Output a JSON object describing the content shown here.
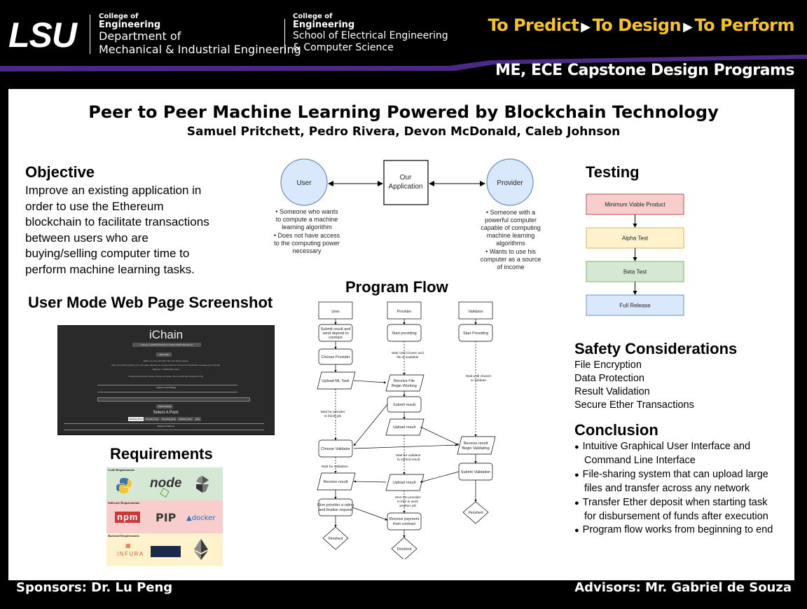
{
  "header": {
    "logo": "LSU",
    "mech": {
      "college": "College of",
      "eng": "Engineering",
      "dept1": "Department of",
      "dept2": "Mechanical & Industrial Engineering"
    },
    "ece": {
      "college": "College of",
      "eng": "Engineering",
      "dept1": "School of Electrical Engineering",
      "dept2": "& Computer Science"
    },
    "tag1": "To Predict",
    "tag2": "To Design",
    "tag3": "To Perform",
    "capstone": "ME, ECE Capstone Design Programs",
    "purple": "#4b2a85"
  },
  "poster": {
    "title": "Peer to Peer Machine Learning Powered by Blockchain Technology",
    "authors": "Samuel Pritchett, Pedro Rivera, Devon McDonald, Caleb Johnson"
  },
  "objective": {
    "heading": "Objective",
    "lines": [
      "Improve an existing application in",
      "order to use the Ethereum",
      "blockchain to facilitate transactions",
      "between users who are",
      "buying/selling computer time to",
      "perform machine learning tasks."
    ]
  },
  "diagram": {
    "user": "User",
    "app1": "Our",
    "app2": "Application",
    "provider": "Provider",
    "user_bullets": [
      [
        "Someone who wants",
        "to compute a machine",
        "learning algorithm"
      ],
      [
        "Does not have access",
        "to the computing power",
        "necessary"
      ]
    ],
    "provider_bullets": [
      [
        "Someone with a",
        "powerful computer",
        "capable of computing",
        "machine learning",
        "algorithms"
      ],
      [
        "Wants to use his",
        "computer as a source",
        "of income"
      ]
    ]
  },
  "flow": {
    "heading": "Program Flow",
    "lanes": [
      "User",
      "Provider",
      "Validator"
    ],
    "user_nodes": [
      "Submit result and",
      "send deposit to",
      "contract",
      "Choose Provider",
      "Upload ML Task",
      "Choose Validator",
      "Receive result",
      "Give provider a rating",
      "and finalize request",
      "Finished"
    ],
    "provider_nodes": [
      "Start providing",
      "Receive File",
      "Begin Working",
      "Submit result",
      "Upload result",
      "Upload result",
      "Receive payment",
      "from contract",
      "Finished"
    ],
    "validator_nodes": [
      "Start Providing",
      "Receive result",
      "Begin Validating",
      "Submit Validation",
      "Finished"
    ],
    "notes": [
      "Wait until chosen and",
      "file is available",
      "Wait for provider",
      "to finish job",
      "Wait for validator",
      "to submit result",
      "Wait for validation",
      "Here the provider",
      "is free to work",
      "another job",
      "Wait until chosen",
      "to validate"
    ]
  },
  "screenshot": {
    "heading": "User Mode Web Page Screenshot",
    "app_title": "iChain",
    "address": "Address: 0xd8d5ce5f3fc8e71c74f87b1fc88475fb34d1a7",
    "btn": "Clear Task",
    "line1": "Before we can start task, file must finish hosting.",
    "line2": "After you submit anything, the web page will become unresponsive for a bit as the blockchain message goes through.",
    "line3": "Balance: 0.098367804 Ether",
    "line4": "Finished hosting file. Please choose a provider, then we will start sending the file.",
    "col_addr": "Address and Rating",
    "submit": "Submit Model",
    "pool": "Select A Pool:",
    "tabs": [
      "Working Pool",
      "Provider Pool",
      "Providing Pool",
      "Validator Pool",
      "Jobs"
    ],
    "req_addr": "Request Address"
  },
  "requirements": {
    "heading": "Requirements",
    "code": "Code Requirements",
    "software": "Software Requirements",
    "backend": "Backend Requirements",
    "node": "node",
    "npm": "npm",
    "pip": "PIP",
    "docker": "docker",
    "infura": "INFURA"
  },
  "testing": {
    "heading": "Testing",
    "steps": [
      "Minimum Viable Product",
      "Alpha Test",
      "Beta Test",
      "Full Release"
    ],
    "colors": [
      "#f8cecc",
      "#fff2cc",
      "#d5e8d4",
      "#dae8fc"
    ],
    "borders": [
      "#b85450",
      "#d6b656",
      "#82b366",
      "#6c8ebf"
    ]
  },
  "safety": {
    "heading": "Safety Considerations",
    "items": [
      "File Encryption",
      "Data Protection",
      "Result Validation",
      "Secure Ether Transactions"
    ]
  },
  "conclusion": {
    "heading": "Conclusion",
    "items": [
      "Intuitive Graphical User Interface and Command Line Interface",
      "File-sharing system that can upload large files and transfer across any network",
      "Transfer Ether deposit when starting task for disbursement of funds after execution",
      "Program flow works from beginning to end"
    ]
  },
  "footer": {
    "sponsors": "Sponsors: Dr. Lu Peng",
    "advisors": "Advisors: Mr. Gabriel de Souza"
  }
}
